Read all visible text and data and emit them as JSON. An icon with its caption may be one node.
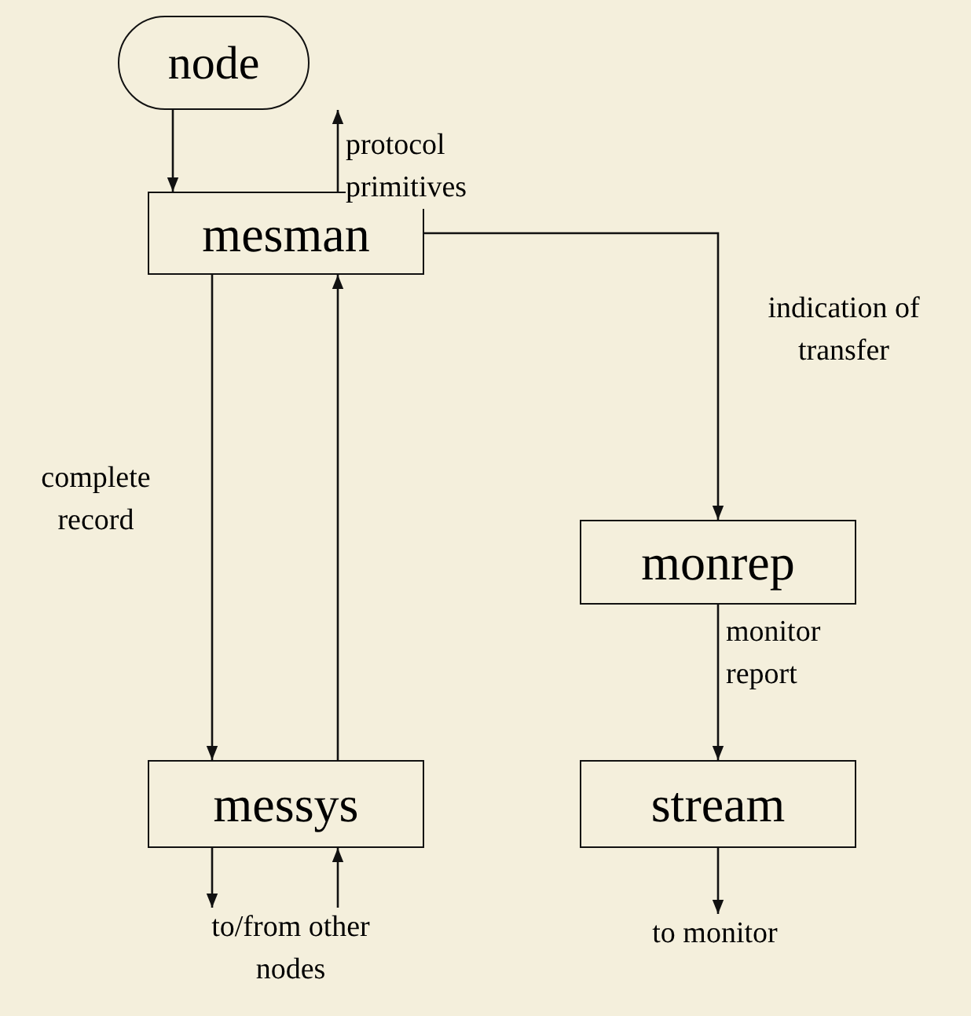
{
  "diagram": {
    "nodes": [
      {
        "text": [
          "node"
        ]
      },
      {
        "text": [
          "mesman"
        ]
      },
      {
        "text": [
          "monrep"
        ]
      },
      {
        "text": [
          "messys"
        ]
      },
      {
        "text": [
          "stream"
        ]
      },
      {
        "text": [
          "to/from other nodes"
        ]
      },
      {
        "text": [
          "to monitor"
        ]
      }
    ],
    "edges": [
      {
        "from": 0,
        "to": 1,
        "arrow": "to"
      },
      {
        "from": 1,
        "to": 0,
        "arrow": "to",
        "label": "protocol primitives"
      },
      {
        "from": 1,
        "to": 2,
        "arrow": "to",
        "label": "indication of transfer"
      },
      {
        "from": 1,
        "to": 3,
        "arrow": "to",
        "label": "complete record"
      },
      {
        "from": 3,
        "to": 1,
        "arrow": "to"
      },
      {
        "from": 2,
        "to": 4,
        "arrow": "to",
        "label": "monitor report"
      },
      {
        "from": 3,
        "to": 5,
        "arrow": "to"
      },
      {
        "from": 5,
        "to": 3,
        "arrow": "to"
      },
      {
        "from": 4,
        "to": 6,
        "arrow": "to"
      }
    ]
  }
}
